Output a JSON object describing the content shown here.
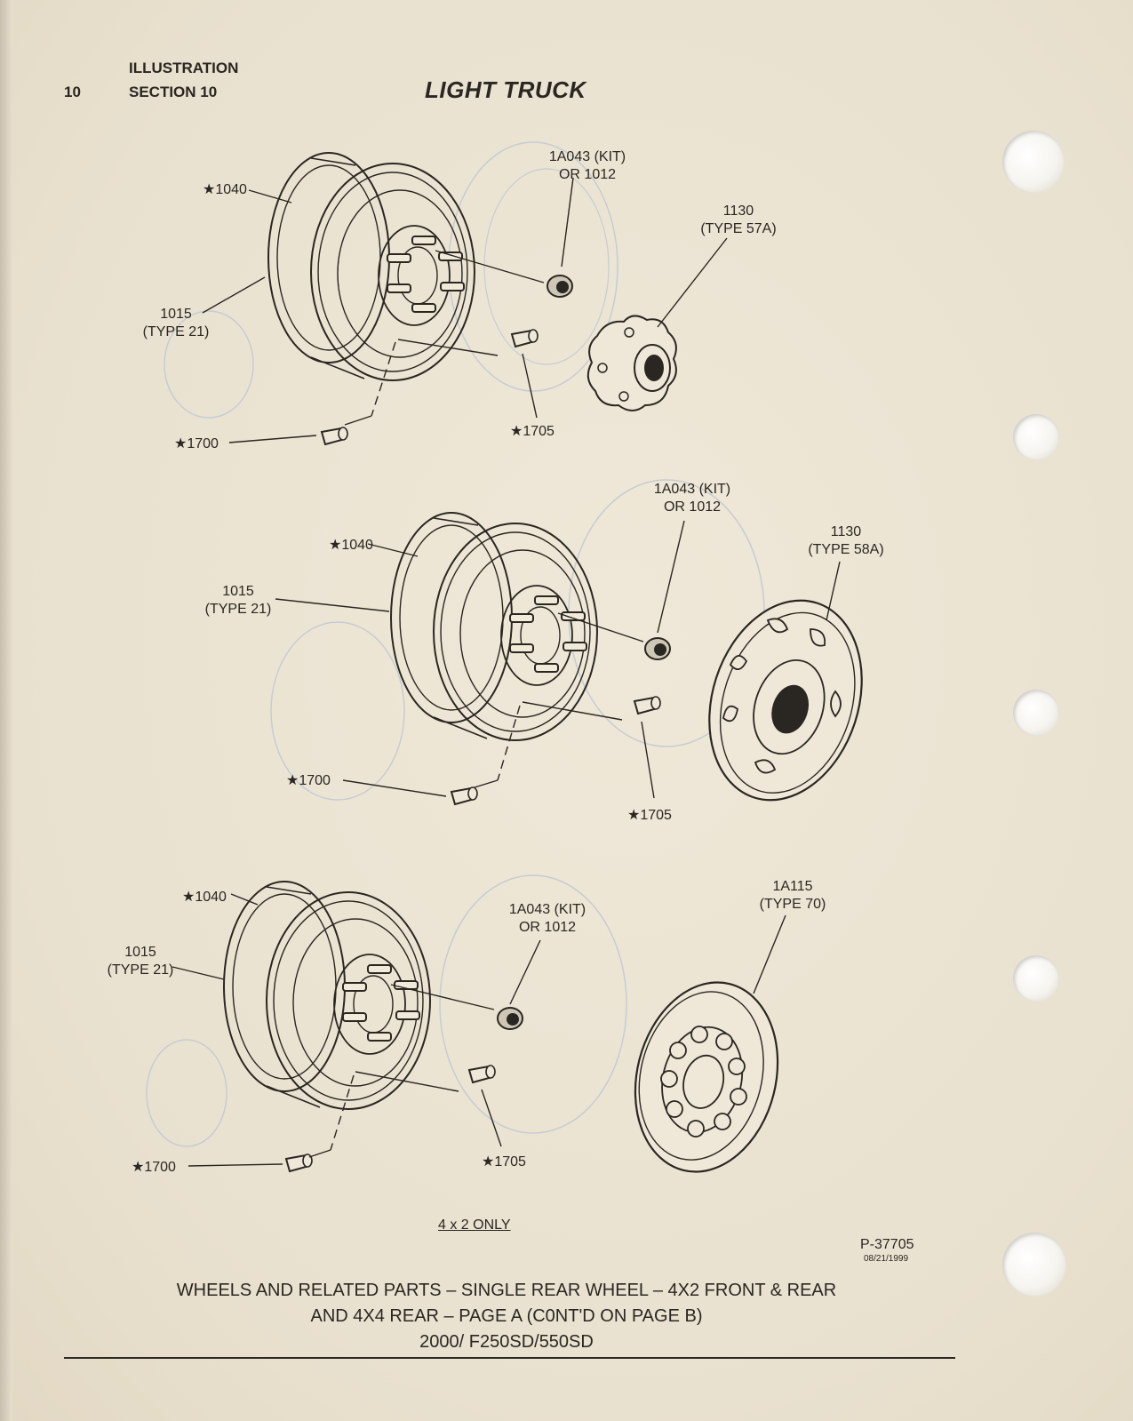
{
  "header": {
    "page_number": "10",
    "section_line1": "ILLUSTRATION",
    "section_line2": "SECTION 10",
    "title": "LIGHT TRUCK"
  },
  "diagrams": [
    {
      "labels": {
        "rim": "★1040",
        "wheel_line1": "1015",
        "wheel_line2": "(TYPE 21)",
        "nut_line1": "1A043 (KIT)",
        "nut_line2": "OR 1012",
        "cap_line1": "1130",
        "cap_line2": "(TYPE 57A)",
        "valve_stem": "★1700",
        "valve_cap": "★1705"
      }
    },
    {
      "labels": {
        "rim": "★1040",
        "wheel_line1": "1015",
        "wheel_line2": "(TYPE 21)",
        "nut_line1": "1A043 (KIT)",
        "nut_line2": "OR 1012",
        "cap_line1": "1130",
        "cap_line2": "(TYPE 58A)",
        "valve_stem": "★1700",
        "valve_cap": "★1705"
      }
    },
    {
      "labels": {
        "rim": "★1040",
        "wheel_line1": "1015",
        "wheel_line2": "(TYPE 21)",
        "nut_line1": "1A043 (KIT)",
        "nut_line2": "OR 1012",
        "cap_line1": "1A115",
        "cap_line2": "(TYPE 70)",
        "valve_stem": "★1700",
        "valve_cap": "★1705"
      }
    }
  ],
  "note": "4 x 2 ONLY",
  "figure_ref": "P-37705",
  "figure_date": "08/21/1999",
  "caption": {
    "line1": "WHEELS AND RELATED PARTS – SINGLE REAR WHEEL – 4X2 FRONT & REAR",
    "line2": "AND 4X4 REAR – PAGE A (C0NT'D ON PAGE B)",
    "line3": "2000/ F250SD/550SD"
  },
  "colors": {
    "paper": "#ebe3d2",
    "ink": "#2a2622",
    "bleed_through": "#bcc4cf"
  }
}
